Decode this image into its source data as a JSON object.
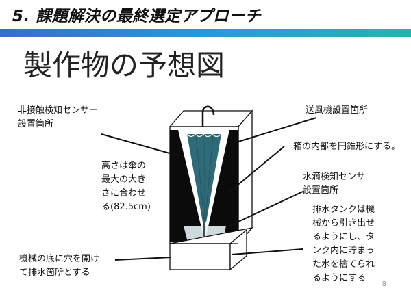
{
  "slide": {
    "title": "5. 課題解決の最終選定アプローチ",
    "subtitle": "製作物の予想図",
    "page_number": "8"
  },
  "labels": {
    "non_contact_sensor": [
      "非接触検知センサー",
      "設置箇所"
    ],
    "fan": "送風機設置箇所",
    "cone_interior": "箱の内部を円錐形にする。",
    "water_sensor": [
      "水滴検知センサ",
      "設置箇所"
    ],
    "height": [
      "高さは傘の",
      "最大の大き",
      "さに合わせ",
      "る(82.5cm)"
    ],
    "drain_tank": [
      "排水タンクは機",
      "械から引き出せ",
      "るようにし、タ",
      "ンク内に貯まっ",
      "た水を捨てられ",
      "るようにする"
    ],
    "drain_hole": [
      "機械の底に穴を開け",
      "て排水箇所とする"
    ]
  },
  "colors": {
    "umbrella": "#2e6b78",
    "title_bar_start": "#3a6fc0",
    "title_bar_end": "#22b5b0"
  }
}
